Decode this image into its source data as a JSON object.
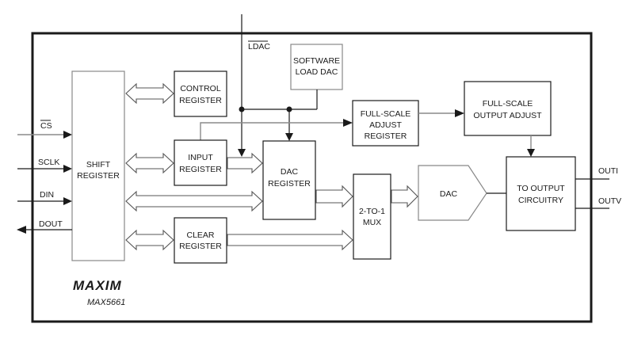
{
  "diagram": {
    "title": "MAX5661 Functional Diagram",
    "logo": "MAXIM",
    "part_number": "MAX5661",
    "pins": {
      "cs": "CS",
      "sclk": "SCLK",
      "din": "DIN",
      "dout": "DOUT",
      "ldac": "LDAC",
      "outi": "OUTI",
      "outv": "OUTV"
    },
    "blocks": {
      "shift_register": [
        "SHIFT",
        "REGISTER"
      ],
      "control_register": [
        "CONTROL",
        "REGISTER"
      ],
      "input_register": [
        "INPUT",
        "REGISTER"
      ],
      "clear_register": [
        "CLEAR",
        "REGISTER"
      ],
      "dac_register": [
        "DAC",
        "REGISTER"
      ],
      "software_load_dac": [
        "SOFTWARE",
        "LOAD DAC"
      ],
      "full_scale_adjust_register": [
        "FULL-SCALE",
        "ADJUST",
        "REGISTER"
      ],
      "full_scale_output_adjust": [
        "FULL-SCALE",
        "OUTPUT ADJUST"
      ],
      "mux": [
        "2-TO-1",
        "MUX"
      ],
      "dac": [
        "DAC"
      ],
      "output_circuitry": [
        "TO OUTPUT",
        "CIRCUITRY"
      ]
    }
  }
}
